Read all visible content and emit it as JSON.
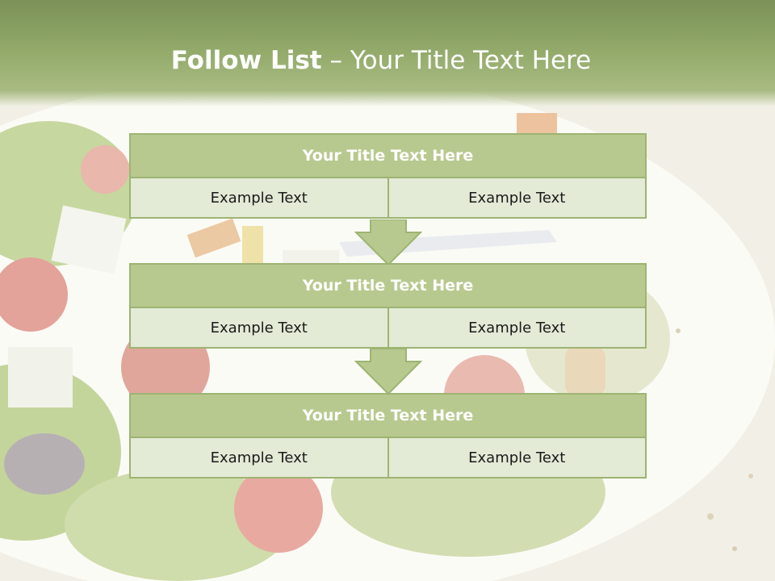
{
  "page": {
    "title_bold": "Follow List",
    "title_rest": " – Your Title Text Here"
  },
  "blocks": [
    {
      "title": "Your Title Text Here",
      "left": "Example Text",
      "right": "Example Text"
    },
    {
      "title": "Your Title Text Here",
      "left": "Example Text",
      "right": "Example Text"
    },
    {
      "title": "Your Title Text Here",
      "left": "Example Text",
      "right": "Example Text"
    }
  ],
  "colors": {
    "header": "#8ba262",
    "block_title": "#b8c98f",
    "block_cell": "#e3ead6",
    "border": "#9db472"
  }
}
